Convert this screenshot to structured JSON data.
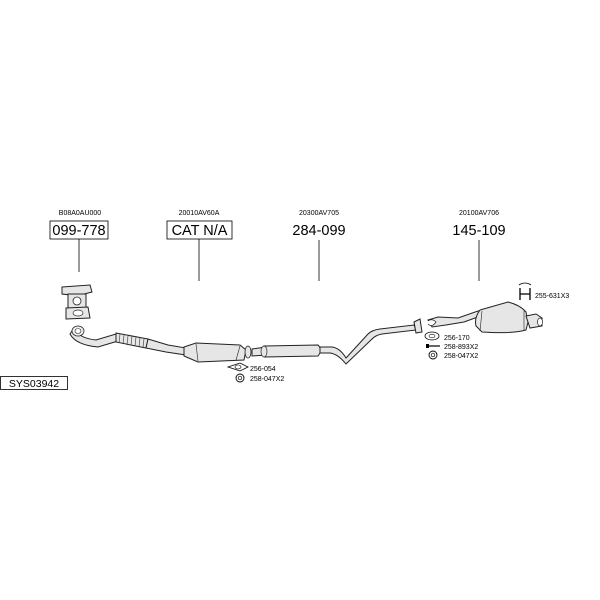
{
  "system": {
    "code": "SYS03942"
  },
  "parts": [
    {
      "oem": "B08A0AU000",
      "number": "099-778",
      "boxed": true
    },
    {
      "oem": "20010AV60A",
      "number": "CAT N/A",
      "boxed": true
    },
    {
      "oem": "20300AV705",
      "number": "284-099",
      "boxed": false
    },
    {
      "oem": "20100AV706",
      "number": "145-109",
      "boxed": false
    }
  ],
  "fittings": {
    "hanger": "255-631X3",
    "cat_group": [
      "256-054",
      "258-047X2"
    ],
    "rear_group": [
      "256-170",
      "258-893X2",
      "258-047X2"
    ]
  },
  "icons": {
    "hanger": "rubber-hanger-icon",
    "gasket": "gasket-icon",
    "spring": "spring-icon",
    "bolt": "bolt-icon"
  }
}
